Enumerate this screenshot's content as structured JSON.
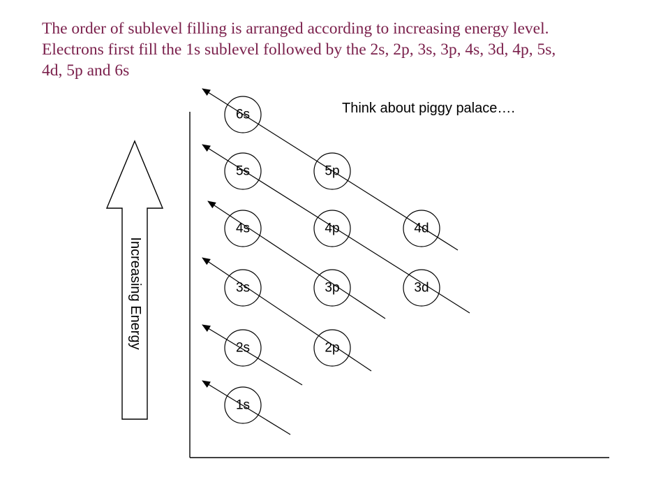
{
  "header": {
    "line1": "The order of sublevel filling is arranged according to increasing energy level.",
    "line2": "Electrons first fill the 1s sublevel followed by the 2s, 2p, 3s, 3p, 4s, 3d, 4p, 5s,",
    "line3": "4d, 5p and 6s"
  },
  "hint": "Think about piggy palace….",
  "energy_label": "Increasing Energy",
  "orbitals": [
    {
      "label": "6s",
      "column": 0,
      "row": 5
    },
    {
      "label": "5s",
      "column": 0,
      "row": 4
    },
    {
      "label": "5p",
      "column": 1,
      "row": 4
    },
    {
      "label": "4s",
      "column": 0,
      "row": 3
    },
    {
      "label": "4p",
      "column": 1,
      "row": 3
    },
    {
      "label": "4d",
      "column": 2,
      "row": 3
    },
    {
      "label": "3s",
      "column": 0,
      "row": 2
    },
    {
      "label": "3p",
      "column": 1,
      "row": 2
    },
    {
      "label": "3d",
      "column": 2,
      "row": 2
    },
    {
      "label": "2s",
      "column": 0,
      "row": 1
    },
    {
      "label": "2p",
      "column": 1,
      "row": 1
    },
    {
      "label": "1s",
      "column": 0,
      "row": 0
    }
  ],
  "colors": {
    "heading": "#7a1f4b",
    "lines": "#000000",
    "background": "#ffffff"
  }
}
